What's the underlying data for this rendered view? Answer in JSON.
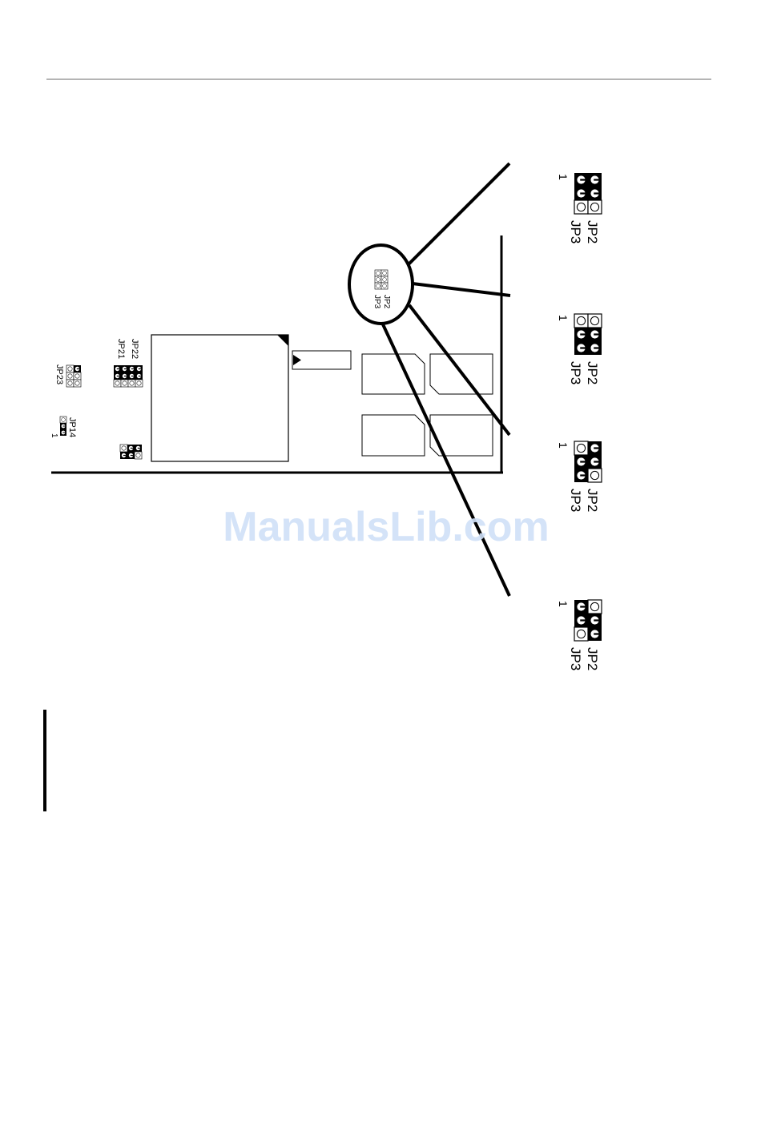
{
  "watermark": "ManualsLib.com",
  "colors": {
    "ink": "#000000",
    "paper": "#ffffff",
    "watermark": "#cfe0f7"
  },
  "board": {
    "jumper_labels": {
      "jp2": "JP2",
      "jp3": "JP3",
      "jp14": "JP14",
      "jp21": "JP21",
      "jp22": "JP22",
      "jp23": "JP23"
    },
    "pin_one_marker": "1"
  },
  "settings": [
    {
      "pin_one": "1",
      "jp2_label": "JP2",
      "jp3_label": "JP3",
      "pins": [
        [
          1,
          1
        ],
        [
          1,
          1
        ],
        [
          0,
          0
        ]
      ]
    },
    {
      "pin_one": "1",
      "jp2_label": "JP2",
      "jp3_label": "JP3",
      "pins": [
        [
          0,
          0
        ],
        [
          1,
          1
        ],
        [
          1,
          1
        ]
      ]
    },
    {
      "pin_one": "1",
      "jp2_label": "JP2",
      "jp3_label": "JP3",
      "pins": [
        [
          0,
          1
        ],
        [
          1,
          1
        ],
        [
          1,
          0
        ]
      ]
    },
    {
      "pin_one": "1",
      "jp2_label": "JP2",
      "jp3_label": "JP3",
      "pins": [
        [
          1,
          0
        ],
        [
          1,
          1
        ],
        [
          0,
          1
        ]
      ]
    }
  ],
  "icons": {
    "pin_closed": "jumper-cap-icon",
    "pin_open": "open-pin-icon",
    "orientation_mark": "triangle-marker-icon"
  }
}
